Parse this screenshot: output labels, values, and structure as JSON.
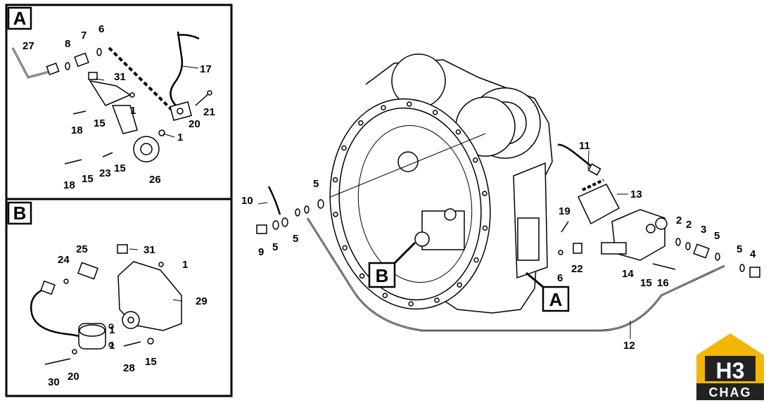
{
  "inset_a": {
    "label": "A",
    "callouts": [
      "27",
      "8",
      "7",
      "6",
      "31",
      "17",
      "1",
      "21",
      "18",
      "15",
      "20",
      "1",
      "18",
      "15",
      "23",
      "15",
      "26"
    ]
  },
  "inset_b": {
    "label": "B",
    "callouts": [
      "25",
      "31",
      "1",
      "24",
      "29",
      "1",
      "1",
      "28",
      "15",
      "30",
      "20"
    ]
  },
  "main": {
    "callouts": [
      "11",
      "13",
      "10",
      "5",
      "19",
      "9",
      "5",
      "5",
      "2",
      "2",
      "3",
      "5",
      "22",
      "6",
      "5",
      "4",
      "14",
      "15",
      "16",
      "12"
    ],
    "view_tags": [
      "B",
      "A"
    ]
  },
  "logo": {
    "mark": "H3",
    "text": "CHAG",
    "colors": {
      "yellow": "#f2b705",
      "dark": "#222222"
    }
  }
}
